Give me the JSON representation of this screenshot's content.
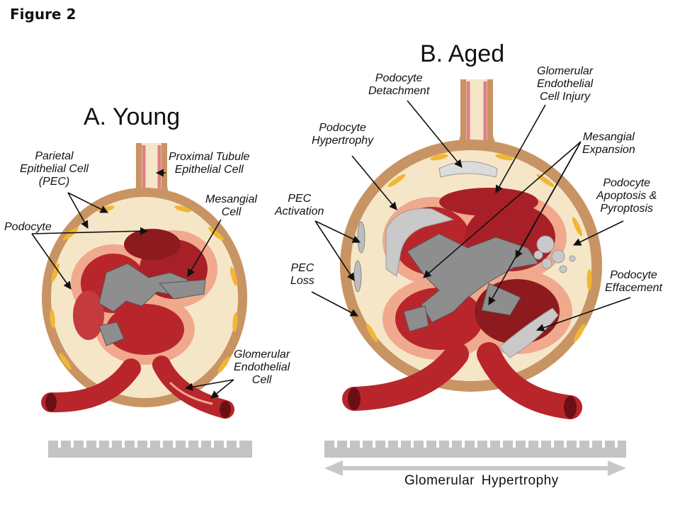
{
  "figure": {
    "title": "Figure 2"
  },
  "panels": {
    "young": {
      "title": "A. Young",
      "labels": {
        "pec": [
          "Parietal",
          "Epithelial Cell",
          "(PEC)"
        ],
        "podocyte": [
          "Podocyte"
        ],
        "proximal_tubule": [
          "Proximal Tubule",
          "Epithelial Cell"
        ],
        "mesangial": [
          "Mesangial",
          "Cell"
        ],
        "endothelial": [
          "Glomerular",
          "Endothelial",
          "Cell"
        ]
      }
    },
    "aged": {
      "title": "B. Aged",
      "labels": {
        "detachment": [
          "Podocyte",
          "Detachment"
        ],
        "endothelial_injury": [
          "Glomerular",
          "Endothelial",
          "Cell Injury"
        ],
        "hypertrophy": [
          "Podocyte",
          "Hypertrophy"
        ],
        "mesangial_expansion": [
          "Mesangial",
          "Expansion"
        ],
        "apoptosis": [
          "Podocyte",
          "Apoptosis &",
          "Pyroptosis"
        ],
        "pec_activation": [
          "PEC",
          "Activation"
        ],
        "pec_loss": [
          "PEC",
          "Loss"
        ],
        "effacement": [
          "Podocyte",
          "Effacement"
        ]
      }
    }
  },
  "axis": {
    "label": "Glomerular  Hypertrophy"
  },
  "colors": {
    "capsule": "#c89463",
    "capsule_inner": "#f6e6c8",
    "pec_cell": "#f2b632",
    "capillary": "#b8262c",
    "capillary_dark": "#8d1a1f",
    "podocyte": "#f0a98d",
    "mesangial": "#8e8e8e",
    "aged_podocyte": "#c9c9c9",
    "scale_bar": "#c4c4c4",
    "arrow": "#c8c8c8"
  }
}
